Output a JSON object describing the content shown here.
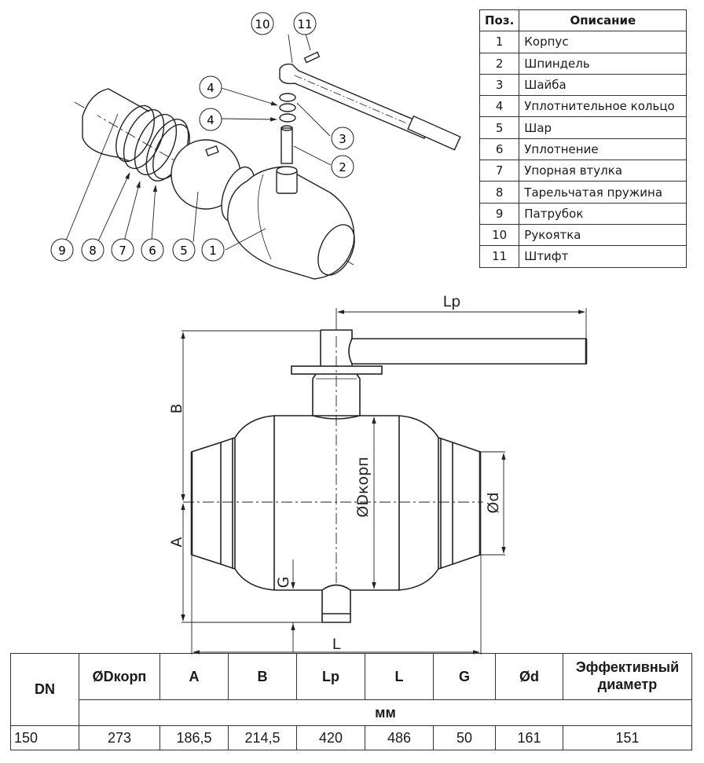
{
  "exploded_view": {
    "callouts": [
      "1",
      "2",
      "3",
      "4",
      "4",
      "5",
      "6",
      "7",
      "8",
      "9",
      "10",
      "11"
    ]
  },
  "parts_table": {
    "headers": {
      "pos": "Поз.",
      "desc": "Описание"
    },
    "rows": [
      {
        "pos": "1",
        "desc": "Корпус"
      },
      {
        "pos": "2",
        "desc": "Шпиндель"
      },
      {
        "pos": "3",
        "desc": "Шайба"
      },
      {
        "pos": "4",
        "desc": "Уплотнительное кольцо"
      },
      {
        "pos": "5",
        "desc": "Шар"
      },
      {
        "pos": "6",
        "desc": "Уплотнение"
      },
      {
        "pos": "7",
        "desc": "Упорная втулка"
      },
      {
        "pos": "8",
        "desc": "Тарельчатая пружина"
      },
      {
        "pos": "9",
        "desc": "Патрубок"
      },
      {
        "pos": "10",
        "desc": "Рукоятка"
      },
      {
        "pos": "11",
        "desc": "Штифт"
      }
    ]
  },
  "dimension_drawing": {
    "labels": {
      "lp": "Lp",
      "b": "B",
      "a": "A",
      "g": "G",
      "l": "L",
      "d": "Ød",
      "dkorp": "ØDкорп"
    }
  },
  "dimensions_table": {
    "headers": [
      "DN",
      "ØDкорп",
      "A",
      "B",
      "Lp",
      "L",
      "G",
      "Ød",
      "Эффективный диаметр"
    ],
    "unit": "мм",
    "rows": [
      [
        "150",
        "273",
        "186,5",
        "214,5",
        "420",
        "486",
        "50",
        "161",
        "151"
      ]
    ]
  }
}
